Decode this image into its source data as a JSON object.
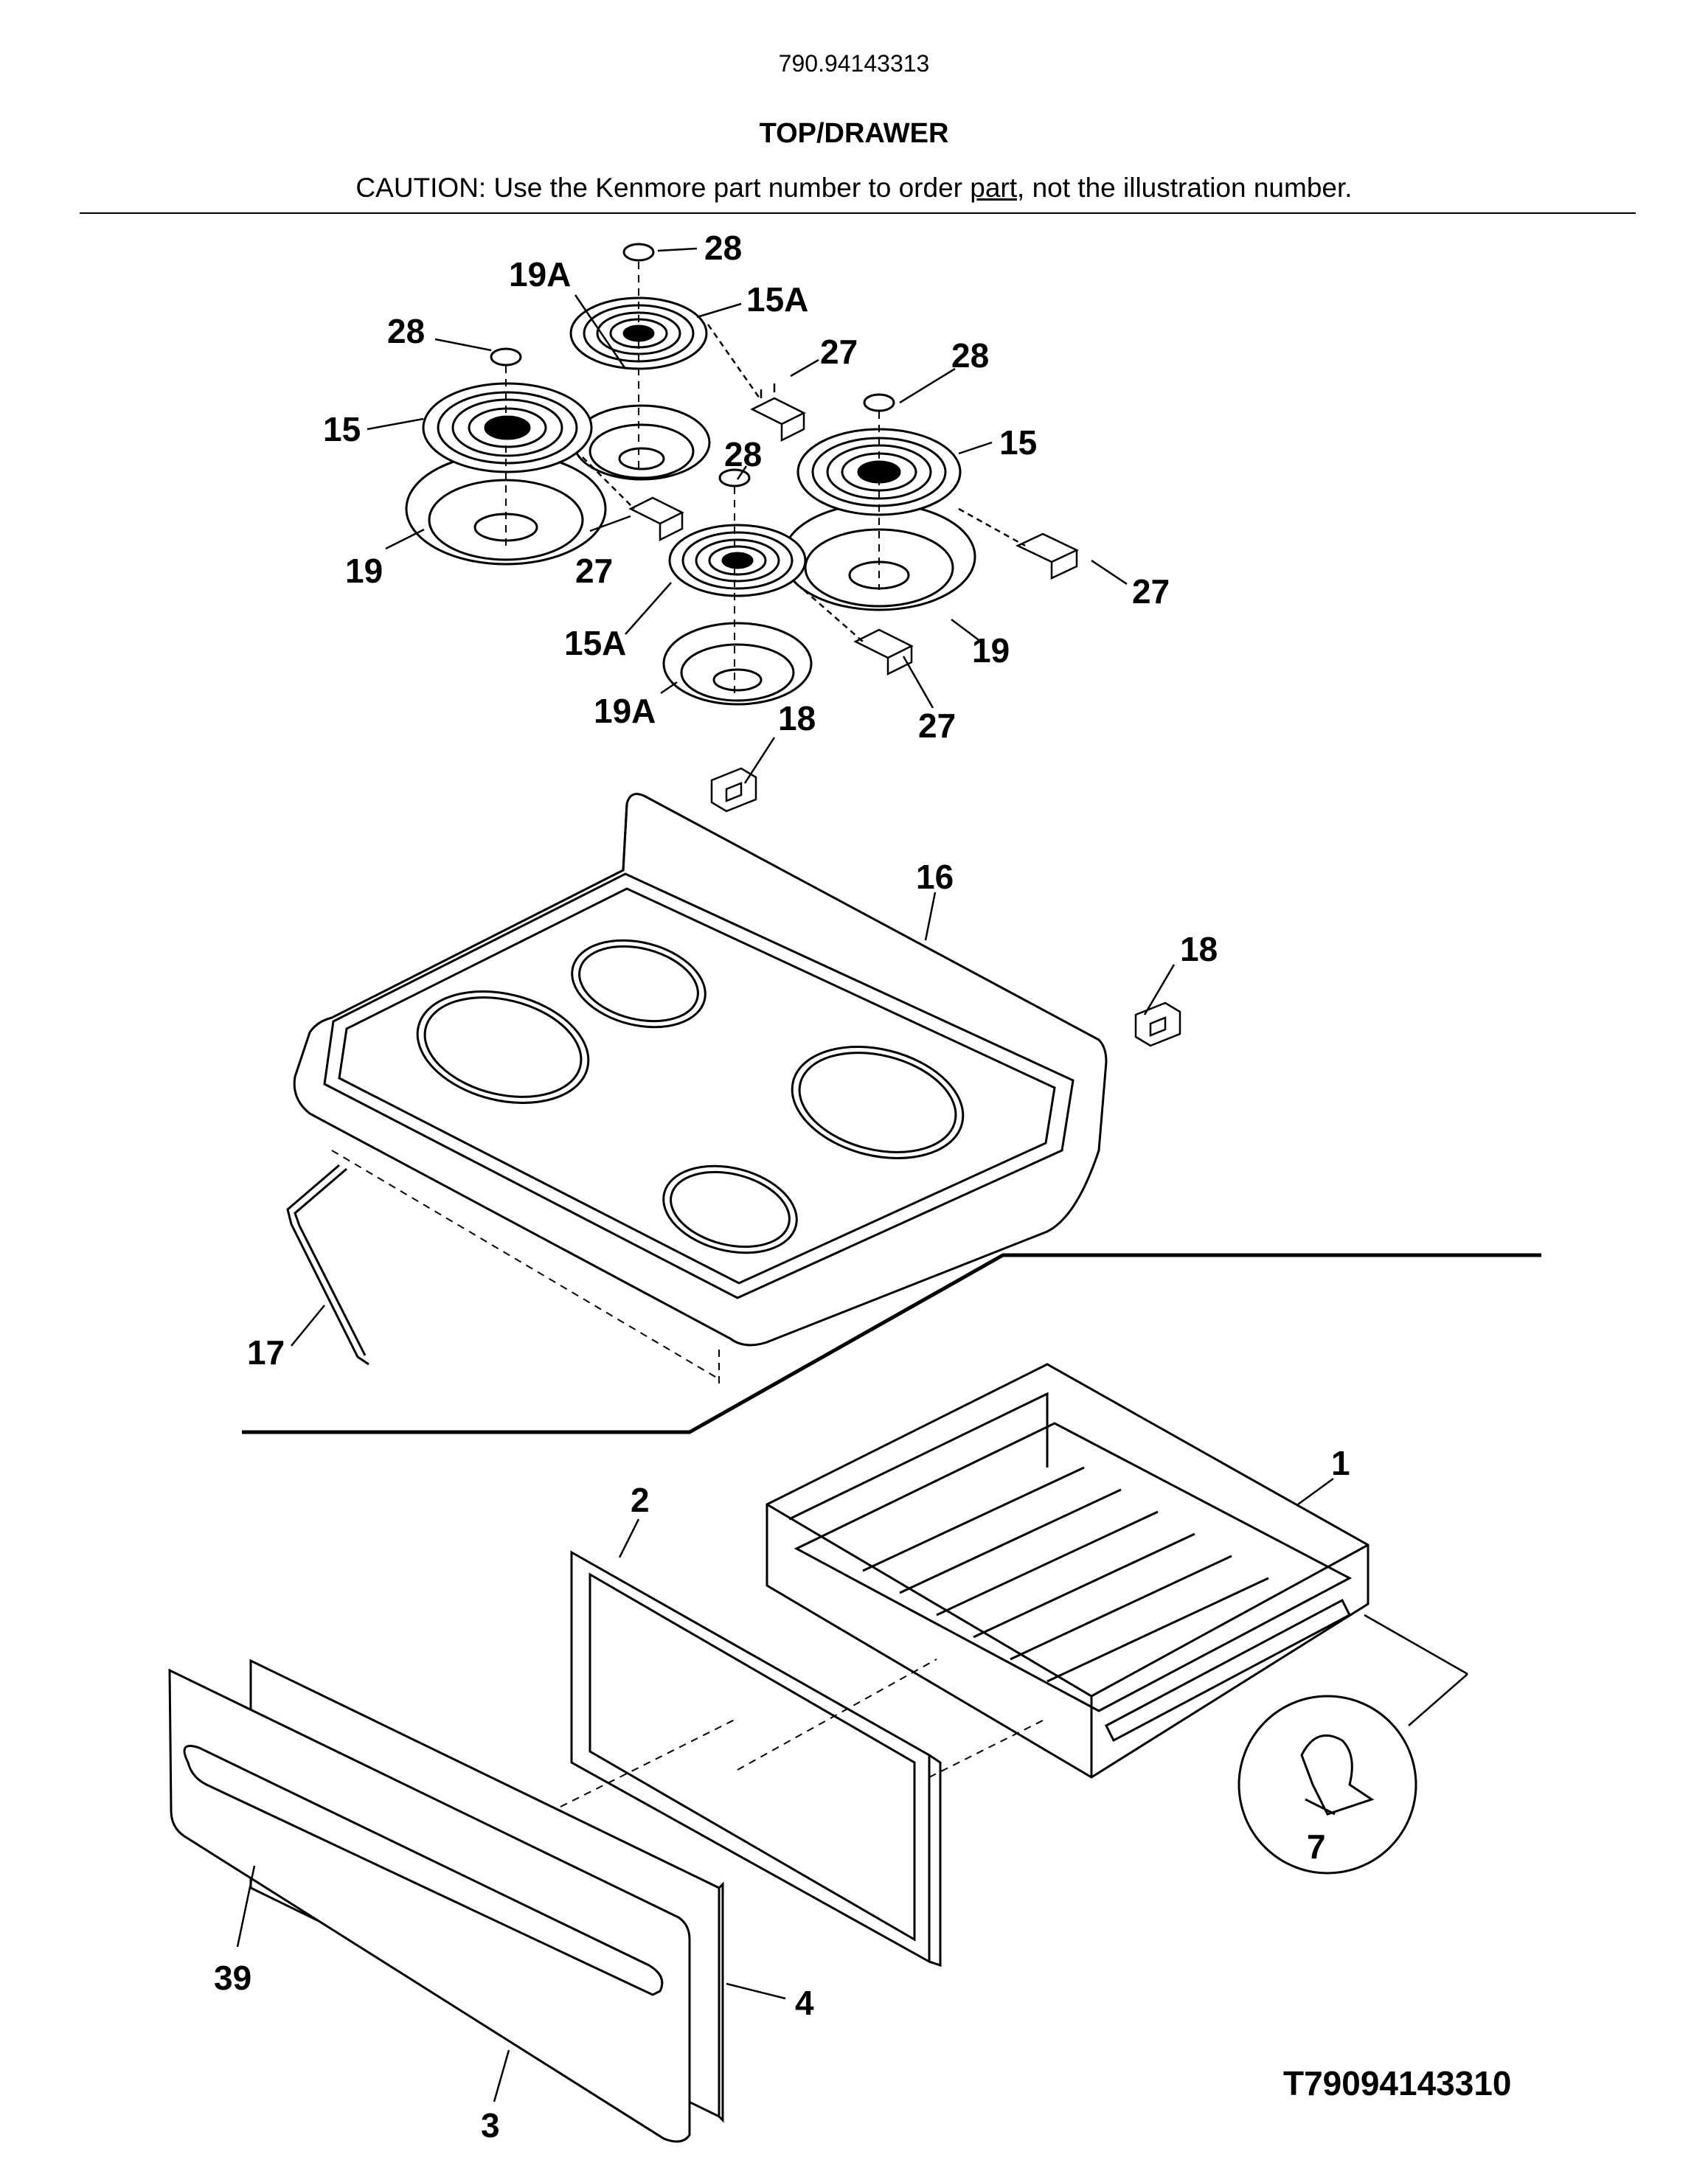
{
  "header": {
    "model_number": "790.94143313",
    "section_title": "TOP/DRAWER",
    "caution_before": "CAUTION: Use the Kenmore part number to order ",
    "caution_link": "part",
    "caution_after": ", not the illustration number."
  },
  "callouts": {
    "c28a": "28",
    "c19a_top": "19A",
    "c15a_top": "15A",
    "c28b": "28",
    "c27a": "27",
    "c28c": "28",
    "c15_left": "15",
    "c15_right": "15",
    "c28d": "28",
    "c19_left": "19",
    "c27b": "27",
    "c27c": "27",
    "c15a_bottom": "15A",
    "c19_right": "19",
    "c19a_bottom": "19A",
    "c27d": "27",
    "c18a": "18",
    "c16": "16",
    "c18b": "18",
    "c17": "17",
    "c1": "1",
    "c2": "2",
    "c7": "7",
    "c39": "39",
    "c4": "4",
    "c3": "3"
  },
  "footer": {
    "drawing_code": "T79094143310"
  }
}
